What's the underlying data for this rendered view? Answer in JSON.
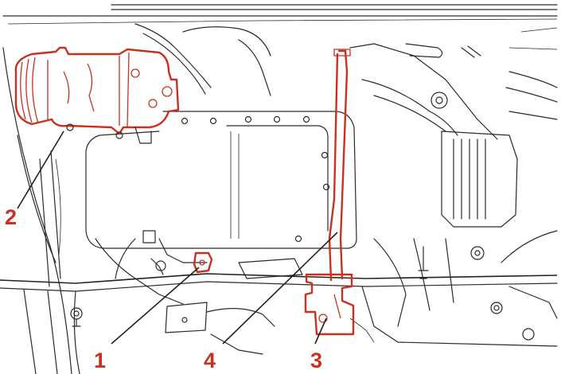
{
  "diagram": {
    "accent_color": "#c8311f",
    "fill_color": "#f3c9c3",
    "callouts": [
      {
        "number": "1"
      },
      {
        "number": "2"
      },
      {
        "number": "3"
      },
      {
        "number": "4"
      }
    ]
  }
}
